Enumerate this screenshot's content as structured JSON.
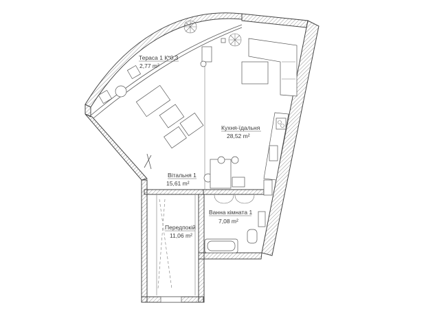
{
  "rooms": {
    "terrace": {
      "name": "Тераса 1 К*0,3",
      "area": "2,77 m²"
    },
    "kitchen": {
      "name": "Кухня-їдальня",
      "area": "28,52 m²"
    },
    "living": {
      "name": "Вітальня 1",
      "area": "15,61 m²"
    },
    "bathroom": {
      "name": "Ванна кімната 1",
      "area": "7,08 m²"
    },
    "hallway": {
      "name": "Передпокій",
      "area": "11,06 m²"
    }
  },
  "colors": {
    "lines": "#444444",
    "text": "#3a3a3a",
    "background": "#ffffff"
  }
}
